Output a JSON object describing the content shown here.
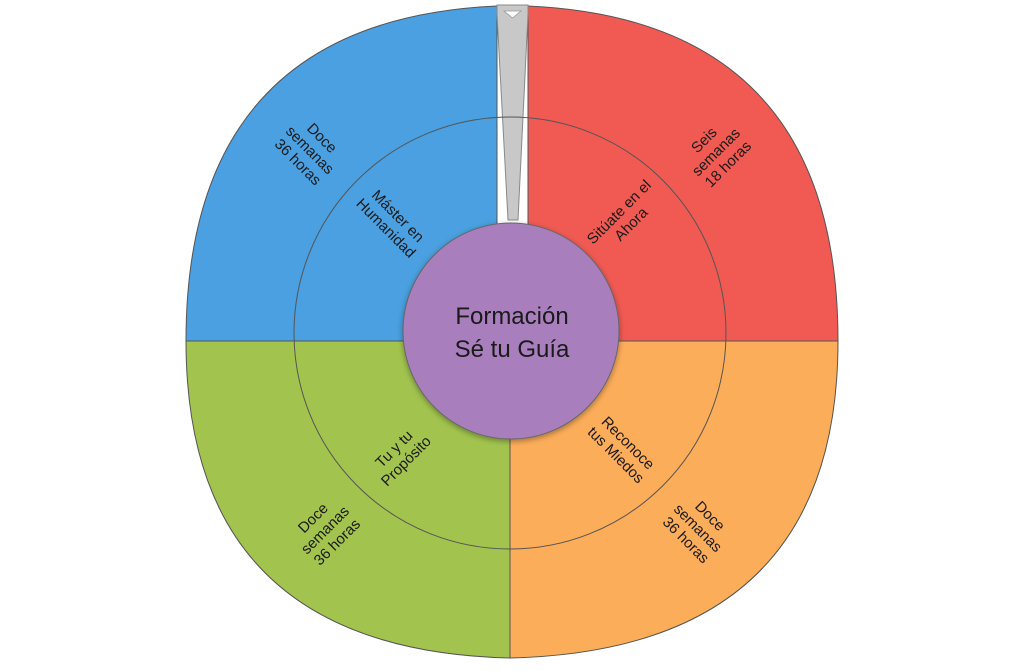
{
  "center": {
    "line1": "Formación",
    "line2": "Sé tu Guía",
    "color": "#a87fbc"
  },
  "quadrants": [
    {
      "id": "top-right",
      "color": "#f05a53",
      "inner_lines": [
        "Sitúate en el",
        "Ahora"
      ],
      "outer_lines": [
        "Seis",
        "semanas",
        "18 horas"
      ]
    },
    {
      "id": "bottom-right",
      "color": "#fcad5a",
      "inner_lines": [
        "Reconoce",
        "tus Miedos"
      ],
      "outer_lines": [
        "Doce",
        "semanas",
        "36 horas"
      ]
    },
    {
      "id": "bottom-left",
      "color": "#a2c44e",
      "inner_lines": [
        "Tu y tu",
        "Propósito"
      ],
      "outer_lines": [
        "Doce",
        "semanas",
        "36 horas"
      ]
    },
    {
      "id": "top-left",
      "color": "#4aa0e0",
      "inner_lines": [
        "Máster en",
        "Humanidad"
      ],
      "outer_lines": [
        "Doce",
        "semanas",
        "36 horas"
      ]
    }
  ],
  "pointer_color": "#c8c8c8"
}
